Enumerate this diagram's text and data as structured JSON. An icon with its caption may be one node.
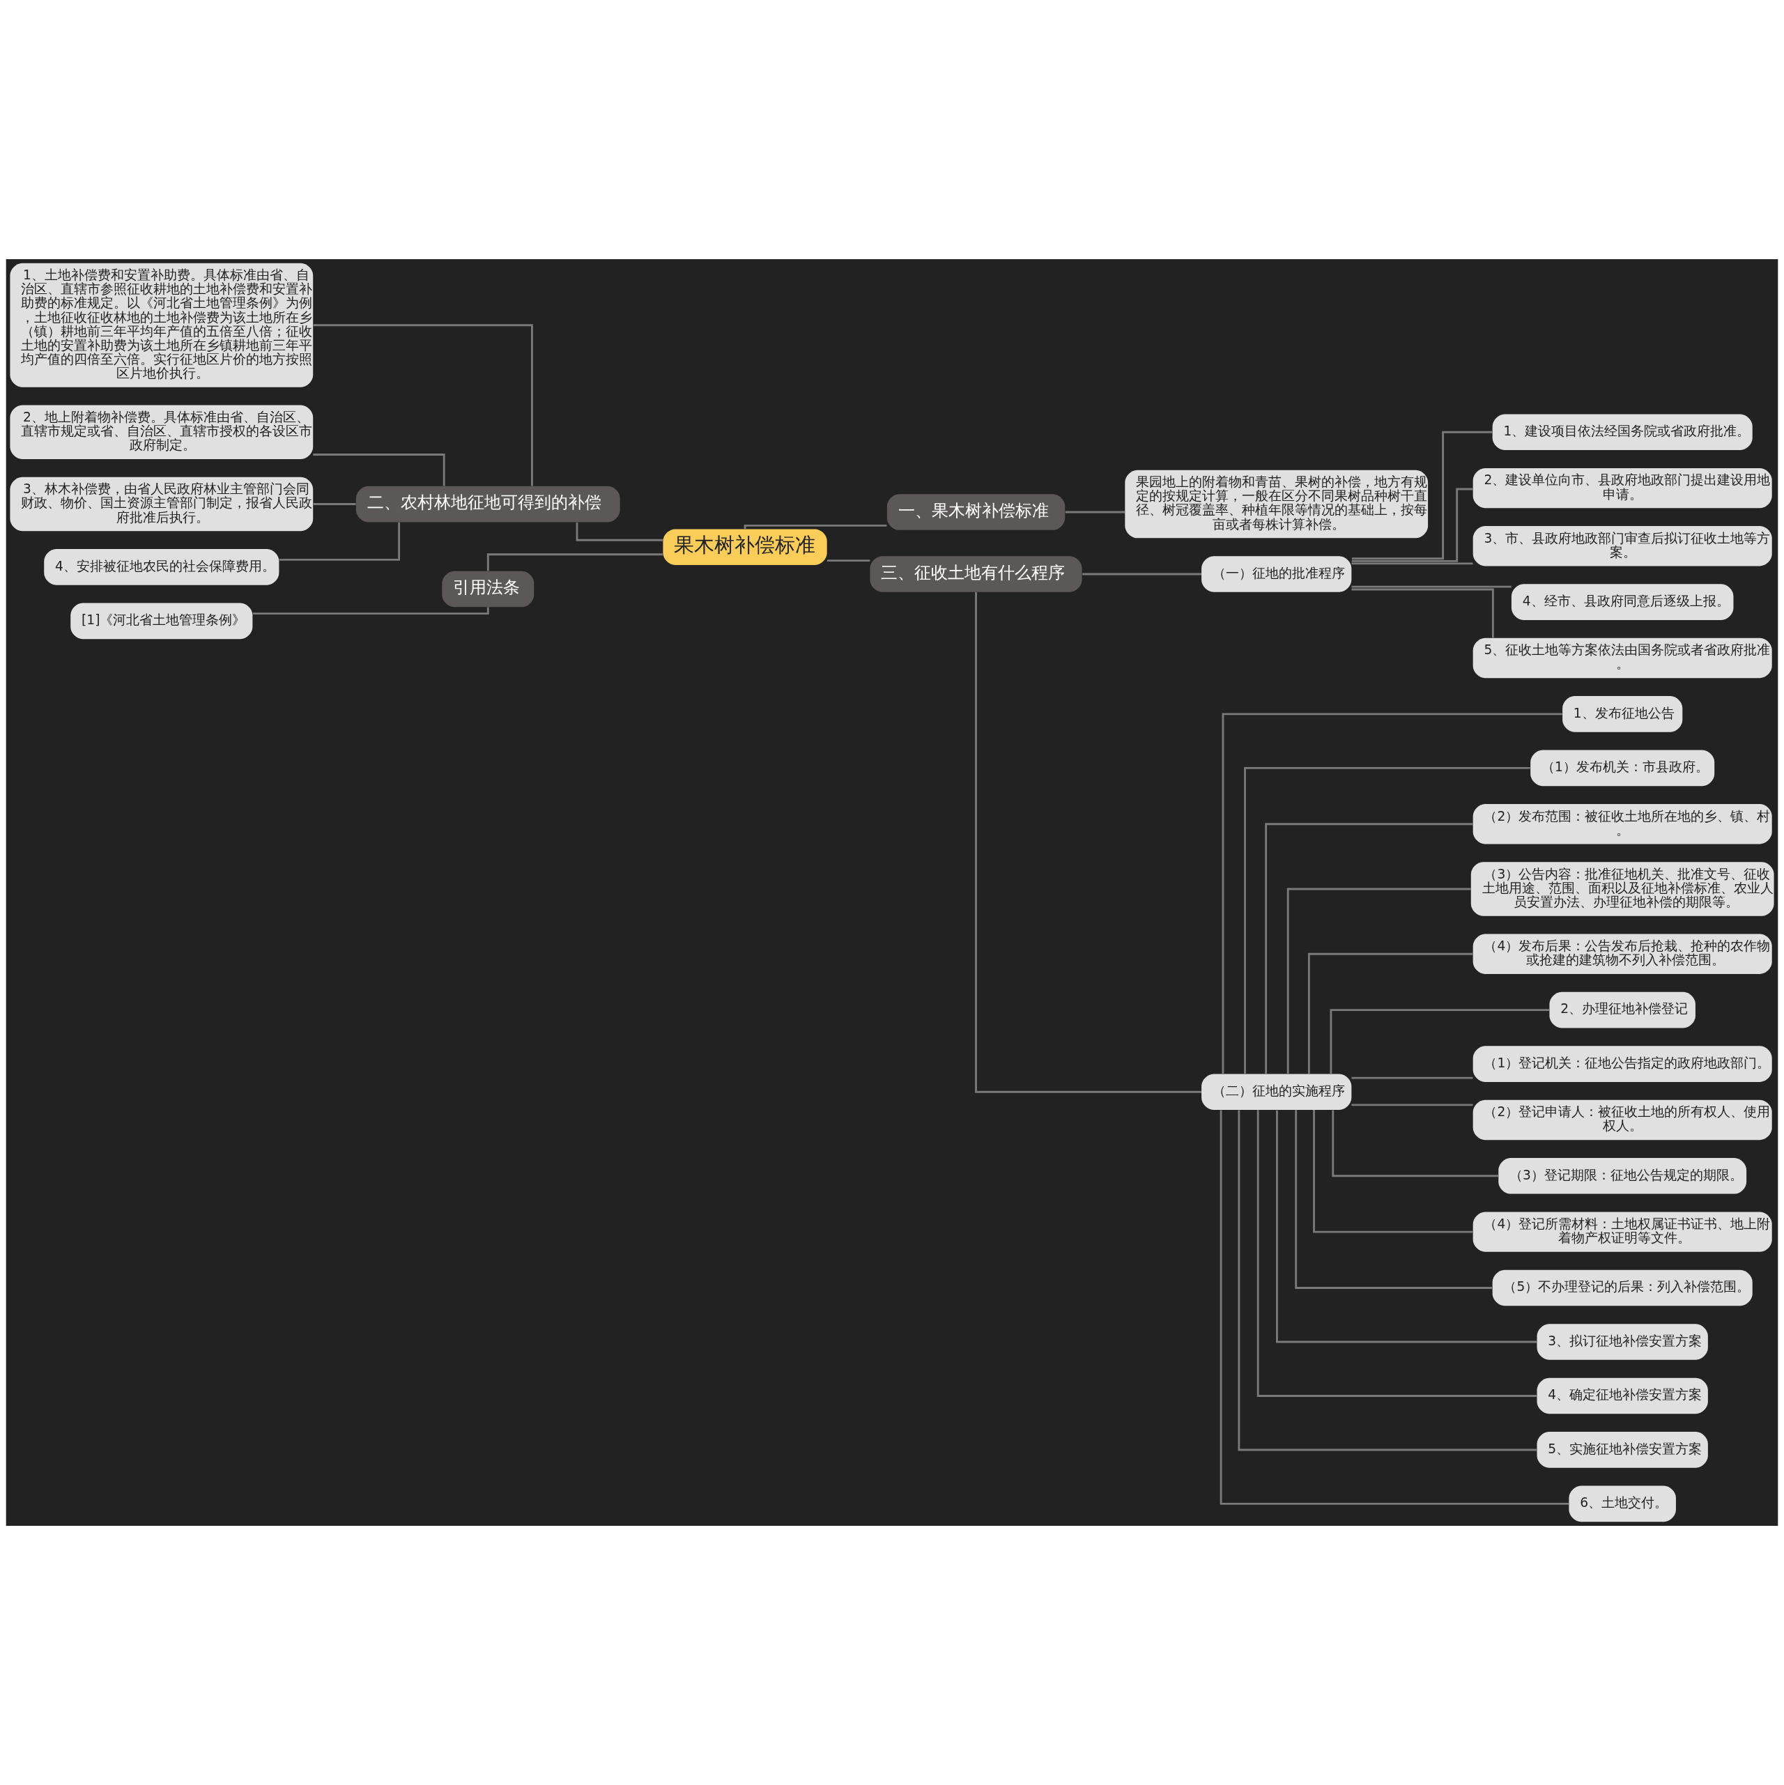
{
  "diagram": {
    "nodes": [
      {
        "text": [
          "果木树补偿标准"
        ]
      },
      {
        "text": [
          "二、农村林地征地可得到的补偿"
        ]
      },
      {
        "text": [
          "1、土地补偿费和安置补助费。具体标准由省、自治区、直辖市参照征收耕地的土地补偿费和安置补助费的标准规定。以《河北省土地管理条例》为例，土地征收征收林地的土地补偿费为该土地所在乡（镇）耕地前三年平均年产值的五倍至八倍；征收土地的安置补助费为该土地所在乡镇耕地前三年平均产值的四倍至六倍。实行征地区片价的地方按照区片地价执行。"
        ]
      },
      {
        "text": [
          "2、地上附着物补偿费。具体标准由省、自治区、直辖市规定或省、自治区、直辖市授权的各设区市政府制定。"
        ]
      },
      {
        "text": [
          "3、林木补偿费，由省人民政府林业主管部门会同财政、物价、国土资源主管部门制定，报省人民政府批准后执行。"
        ]
      },
      {
        "text": [
          "4、安排被征地农民的社会保障费用。"
        ]
      },
      {
        "text": [
          "引用法条"
        ]
      },
      {
        "text": [
          "[1]《河北省土地管理条例》"
        ]
      },
      {
        "text": [
          "一、果木树补偿标准"
        ]
      },
      {
        "text": [
          "果园地上的附着物和青苗、果树的补偿，地方有规定的按规定计算，一般在区分不同果树品种树干直径、树冠覆盖率、种植年限等情况的基础上，按每亩或者每株计算补偿。"
        ]
      },
      {
        "text": [
          "三、征收土地有什么程序"
        ]
      },
      {
        "text": [
          "（一）征地的批准程序"
        ]
      },
      {
        "text": [
          "1、建设项目依法经国务院或省政府批准。"
        ]
      },
      {
        "text": [
          "2、建设单位向市、县政府地政部门提出建设用地申请。"
        ]
      },
      {
        "text": [
          "3、市、县政府地政部门审查后拟订征收土地等方案。"
        ]
      },
      {
        "text": [
          "4、经市、县政府同意后逐级上报。"
        ]
      },
      {
        "text": [
          "5、征收土地等方案依法由国务院或者省政府批准。"
        ]
      },
      {
        "text": [
          "（二）征地的实施程序"
        ]
      },
      {
        "text": [
          "1、发布征地公告"
        ]
      },
      {
        "text": [
          "（1）发布机关：市县政府。"
        ]
      },
      {
        "text": [
          "（2）发布范围：被征收土地所在地的乡、镇、村。"
        ]
      },
      {
        "text": [
          "（3）公告内容：批准征地机关、批准文号、征收土地用途、范围、面积以及征地补偿标准、农业人员安置办法、办理征地补偿的期限等。"
        ]
      },
      {
        "text": [
          "（4）发布后果：公告发布后抢栽、抢种的农作物或抢建的建筑物不列入补偿范围。"
        ]
      },
      {
        "text": [
          "2、办理征地补偿登记"
        ]
      },
      {
        "text": [
          "（1）登记机关：征地公告指定的政府地政部门。"
        ]
      },
      {
        "text": [
          "（2）登记申请人：被征收土地的所有权人、使用权人。"
        ]
      },
      {
        "text": [
          "（3）登记期限：征地公告规定的期限。"
        ]
      },
      {
        "text": [
          "（4）登记所需材料：土地权属证书证书、地上附着物产权证明等文件。"
        ]
      },
      {
        "text": [
          "（5）不办理登记的后果：列入补偿范围。"
        ]
      },
      {
        "text": [
          "3、拟订征地补偿安置方案"
        ]
      },
      {
        "text": [
          "4、确定征地补偿安置方案"
        ]
      },
      {
        "text": [
          "5、实施征地补偿安置方案"
        ]
      },
      {
        "text": [
          "6、土地交付。"
        ]
      }
    ],
    "edges": [
      {
        "from": 0,
        "to": 1,
        "arrow": "none"
      },
      {
        "from": 1,
        "to": 2,
        "arrow": "none"
      },
      {
        "from": 1,
        "to": 3,
        "arrow": "none"
      },
      {
        "from": 1,
        "to": 4,
        "arrow": "none"
      },
      {
        "from": 1,
        "to": 5,
        "arrow": "none"
      },
      {
        "from": 0,
        "to": 6,
        "arrow": "none"
      },
      {
        "from": 6,
        "to": 7,
        "arrow": "none"
      },
      {
        "from": 0,
        "to": 8,
        "arrow": "none"
      },
      {
        "from": 8,
        "to": 9,
        "arrow": "none"
      },
      {
        "from": 0,
        "to": 10,
        "arrow": "none"
      },
      {
        "from": 10,
        "to": 11,
        "arrow": "none"
      },
      {
        "from": 11,
        "to": 12,
        "arrow": "none"
      },
      {
        "from": 11,
        "to": 13,
        "arrow": "none"
      },
      {
        "from": 11,
        "to": 14,
        "arrow": "none"
      },
      {
        "from": 11,
        "to": 15,
        "arrow": "none"
      },
      {
        "from": 11,
        "to": 16,
        "arrow": "none"
      },
      {
        "from": 10,
        "to": 17,
        "arrow": "none"
      },
      {
        "from": 17,
        "to": 18,
        "arrow": "none"
      },
      {
        "from": 17,
        "to": 19,
        "arrow": "none"
      },
      {
        "from": 17,
        "to": 20,
        "arrow": "none"
      },
      {
        "from": 17,
        "to": 21,
        "arrow": "none"
      },
      {
        "from": 17,
        "to": 22,
        "arrow": "none"
      },
      {
        "from": 17,
        "to": 23,
        "arrow": "none"
      },
      {
        "from": 17,
        "to": 24,
        "arrow": "none"
      },
      {
        "from": 17,
        "to": 25,
        "arrow": "none"
      },
      {
        "from": 17,
        "to": 26,
        "arrow": "none"
      },
      {
        "from": 17,
        "to": 27,
        "arrow": "none"
      },
      {
        "from": 17,
        "to": 28,
        "arrow": "none"
      },
      {
        "from": 17,
        "to": 29,
        "arrow": "none"
      },
      {
        "from": 17,
        "to": 30,
        "arrow": "none"
      },
      {
        "from": 17,
        "to": 31,
        "arrow": "none"
      },
      {
        "from": 17,
        "to": 32,
        "arrow": "none"
      }
    ]
  }
}
